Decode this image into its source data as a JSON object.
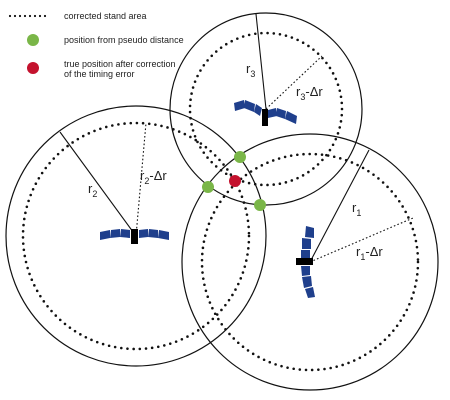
{
  "legend": {
    "corrected_area": "corrected stand area",
    "pseudo_distance": "position from pseudo distance",
    "true_position_line1": "true position after correction",
    "true_position_line2": "of the timing error"
  },
  "colors": {
    "pseudo_point": "#7ab648",
    "true_point": "#c4122e",
    "satellite_panel": "#1f3f8c",
    "satellite_body": "#000000",
    "line": "#111111"
  },
  "labels": {
    "r1": {
      "base": "r",
      "sub": "1",
      "corr_sub": "1",
      "corr_suffix": "-Δr"
    },
    "r2": {
      "base": "r",
      "sub": "2",
      "corr_sub": "2",
      "corr_suffix": "-Δr"
    },
    "r3": {
      "base": "r",
      "sub": "3",
      "corr_sub": "3",
      "corr_suffix": "-Δr"
    }
  },
  "icons": {
    "satellites": [
      "satellite-icon",
      "satellite-icon",
      "satellite-icon"
    ]
  }
}
